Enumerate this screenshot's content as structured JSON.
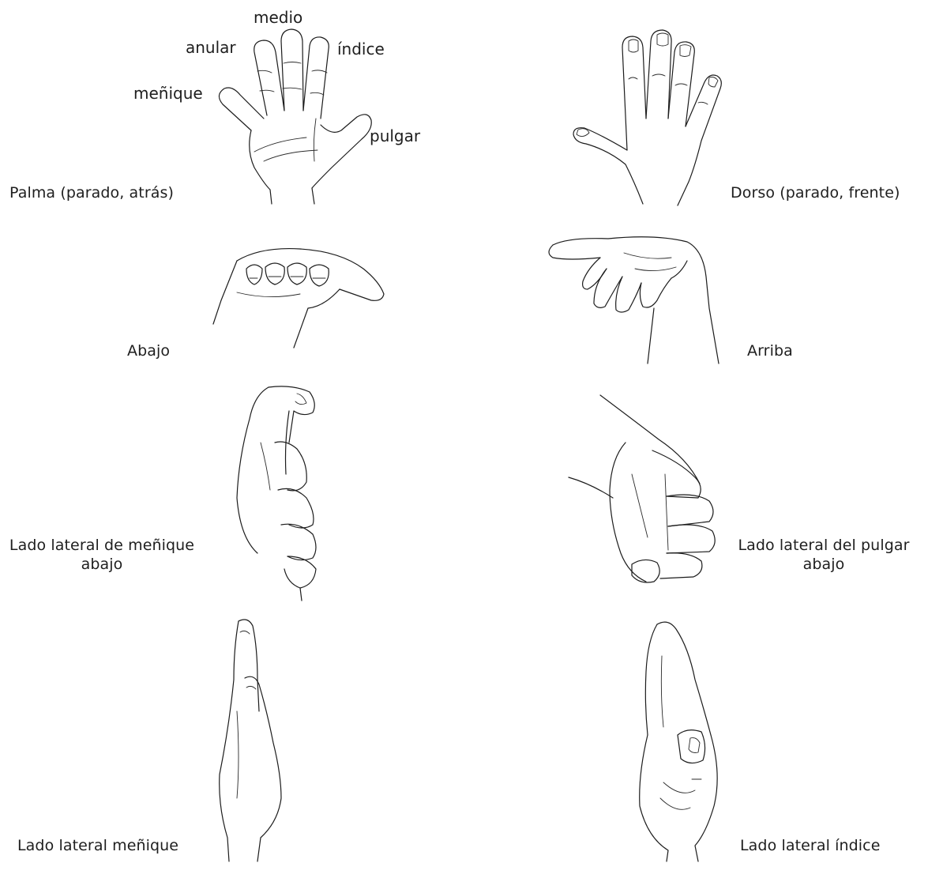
{
  "finger_labels": {
    "middle": "medio",
    "ring": "anular",
    "index": "índice",
    "little": "meñique",
    "thumb": "pulgar"
  },
  "positions": [
    {
      "key": "palm",
      "label": "Palma (parado, atrás)"
    },
    {
      "key": "dorsum",
      "label": "Dorso (parado, frente)"
    },
    {
      "key": "down",
      "label": "Abajo"
    },
    {
      "key": "up",
      "label": "Arriba"
    },
    {
      "key": "little_side_down",
      "label_lines": [
        "Lado lateral de meñique",
        "abajo"
      ]
    },
    {
      "key": "thumb_side_down",
      "label_lines": [
        "Lado lateral del pulgar",
        "abajo"
      ]
    },
    {
      "key": "little_side",
      "label": "Lado lateral meñique"
    },
    {
      "key": "index_side",
      "label": "Lado lateral índice"
    }
  ]
}
